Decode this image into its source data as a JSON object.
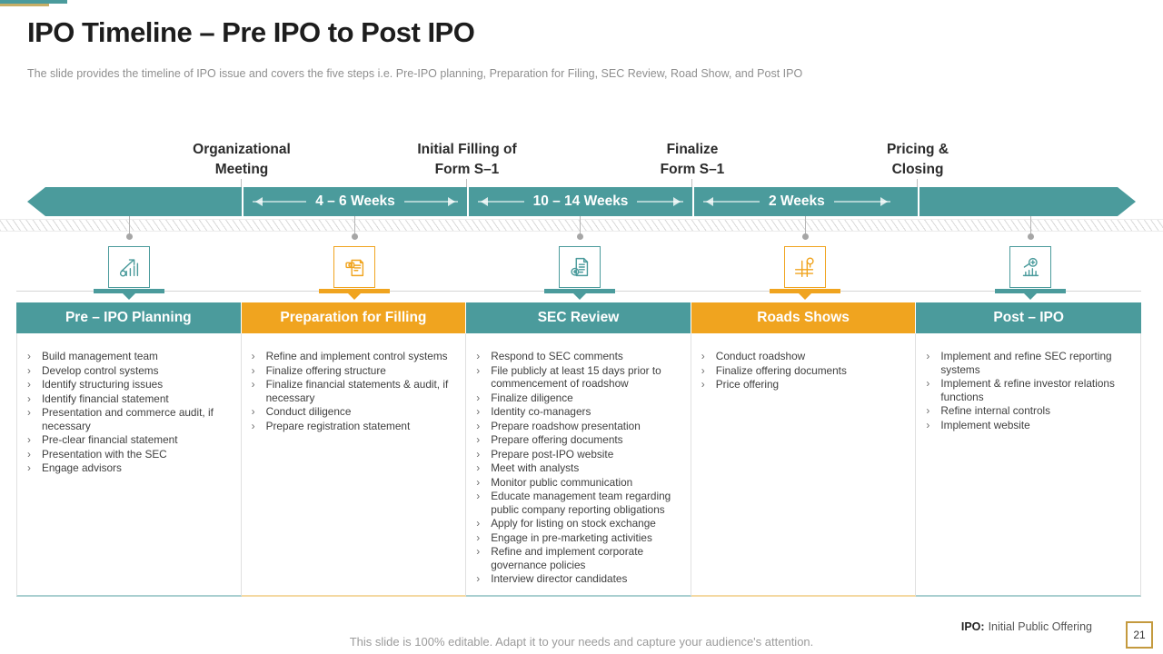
{
  "slide": {
    "title": "IPO Timeline – Pre IPO to Post IPO",
    "subtitle": "The slide provides the timeline of IPO issue and covers the five steps i.e. Pre-IPO planning, Preparation for Filing, SEC Review, Road Show, and Post IPO"
  },
  "colors": {
    "teal": "#4B9B9C",
    "orange": "#F0A41F",
    "gold_accent": "#C7AE66",
    "page_box_border": "#C49A3E"
  },
  "timeline": {
    "milestones": [
      {
        "line1": "Organizational",
        "line2": "Meeting"
      },
      {
        "line1": "Initial Filling of",
        "line2": "Form S–1"
      },
      {
        "line1": "Finalize",
        "line2": "Form S–1"
      },
      {
        "line1": "Pricing &",
        "line2": "Closing"
      }
    ],
    "durations": [
      "4 – 6 Weeks",
      "10 – 14 Weeks",
      "2 Weeks"
    ]
  },
  "columns": [
    {
      "title": "Pre – IPO Planning",
      "theme": "teal",
      "icon": "growth-chart-icon",
      "items": [
        "Build management team",
        "Develop control systems",
        "Identify structuring issues",
        "Identify financial statement",
        "Presentation and commerce audit, if necessary",
        "Pre-clear financial statement",
        "Presentation with the SEC",
        "Engage advisors"
      ]
    },
    {
      "title": "Preparation for Filling",
      "theme": "orange",
      "icon": "financial-statement-icon",
      "items": [
        "Refine and implement control systems",
        "Finalize offering structure",
        "Finalize financial statements & audit, if necessary",
        "Conduct diligence",
        "Prepare registration statement"
      ]
    },
    {
      "title": "SEC Review",
      "theme": "teal",
      "icon": "document-review-icon",
      "items": [
        "Respond to SEC comments",
        "File publicly at least 15 days prior to commencement of roadshow",
        "Finalize diligence",
        "Identity co-managers",
        "Prepare roadshow presentation",
        "Prepare offering documents",
        "Prepare post-IPO website",
        "Meet with analysts",
        "Monitor public communication",
        "Educate management team regarding public company reporting obligations",
        "Apply for listing on stock exchange",
        "Engage in pre-marketing activities",
        "Refine and implement corporate governance policies",
        "Interview director candidates"
      ]
    },
    {
      "title": "Roads Shows",
      "theme": "orange",
      "icon": "roadshow-icon",
      "items": [
        "Conduct roadshow",
        "Finalize offering documents",
        "Price offering"
      ]
    },
    {
      "title": "Post – IPO",
      "theme": "teal",
      "icon": "market-analysis-icon",
      "items": [
        "Implement and refine SEC reporting systems",
        "Implement & refine investor relations functions",
        "Refine internal controls",
        "Implement website"
      ]
    }
  ],
  "footer": {
    "term": "IPO:",
    "definition": "Initial Public Offering",
    "note": "This slide is 100% editable. Adapt it to your needs and capture your audience's attention.",
    "page_number": "21"
  },
  "misc": {
    "bullet": "›"
  }
}
